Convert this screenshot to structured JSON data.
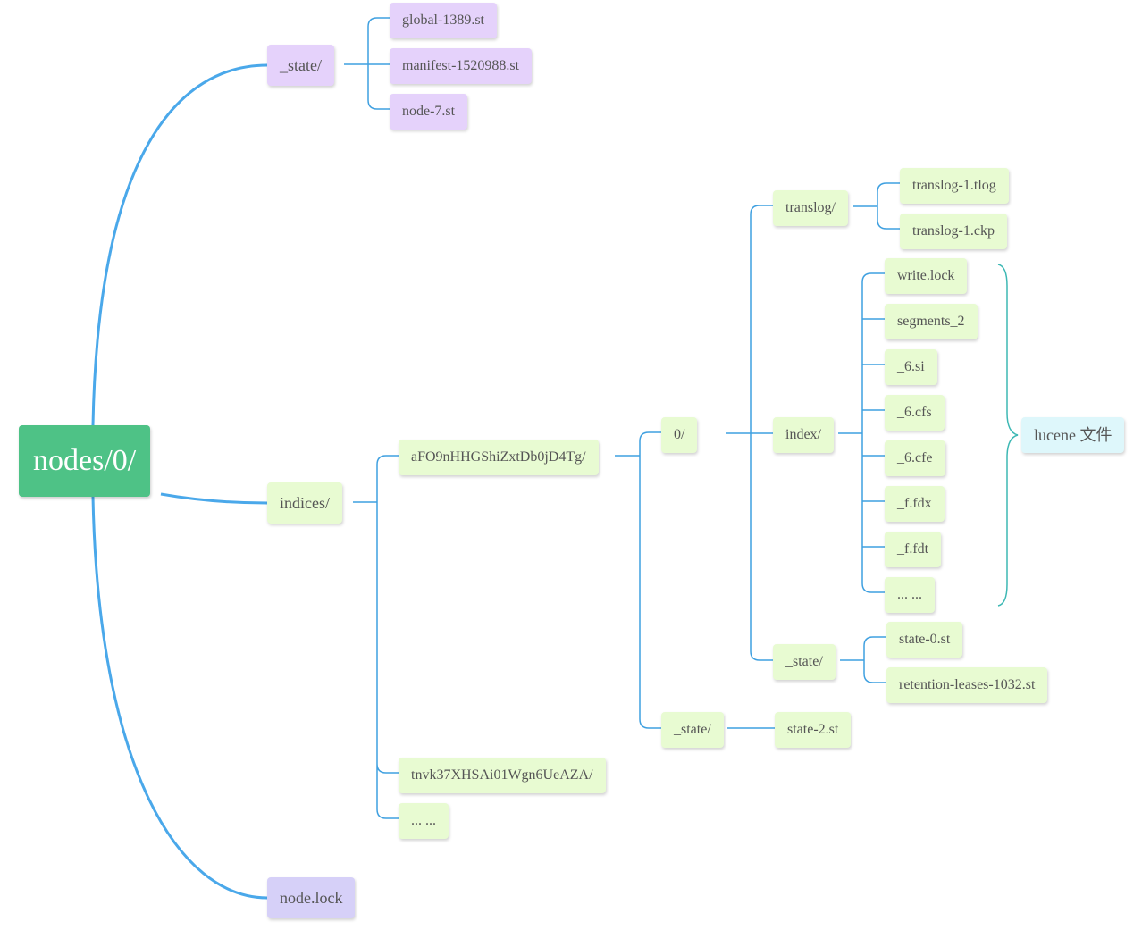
{
  "root": {
    "label": "nodes/0/"
  },
  "state_dir": {
    "label": "_state/",
    "files": [
      "global-1389.st",
      "manifest-1520988.st",
      "node-7.st"
    ]
  },
  "indices": {
    "label": "indices/",
    "index_a": {
      "label": "aFO9nHHGShiZxtDb0jD4Tg/",
      "shard0": {
        "label": "0/",
        "translog": {
          "label": "translog/",
          "files": [
            "translog-1.tlog",
            "translog-1.ckp"
          ]
        },
        "index": {
          "label": "index/",
          "files": [
            "write.lock",
            "segments_2",
            "_6.si",
            "_6.cfs",
            "_6.cfe",
            "_f.fdx",
            "_f.fdt",
            "... ..."
          ]
        },
        "state": {
          "label": "_state/",
          "files": [
            "state-0.st",
            "retention-leases-1032.st"
          ]
        }
      },
      "state": {
        "label": "_state/",
        "files": [
          "state-2.st"
        ]
      }
    },
    "index_b": {
      "label": "tnvk37XHSAi01Wgn6UeAZA/"
    },
    "more": {
      "label": "... ..."
    }
  },
  "node_lock": {
    "label": "node.lock"
  },
  "annotation": {
    "label": "lucene 文件"
  },
  "colors": {
    "root": "#4ec286",
    "purple": "#e5d2fb",
    "green": "#e8fbd2",
    "violet": "#d6d0f8",
    "cyan": "#def7fb",
    "main_edge": "#4aa8ea",
    "edge": "#3fa0e0",
    "brace": "#3db8b4"
  }
}
